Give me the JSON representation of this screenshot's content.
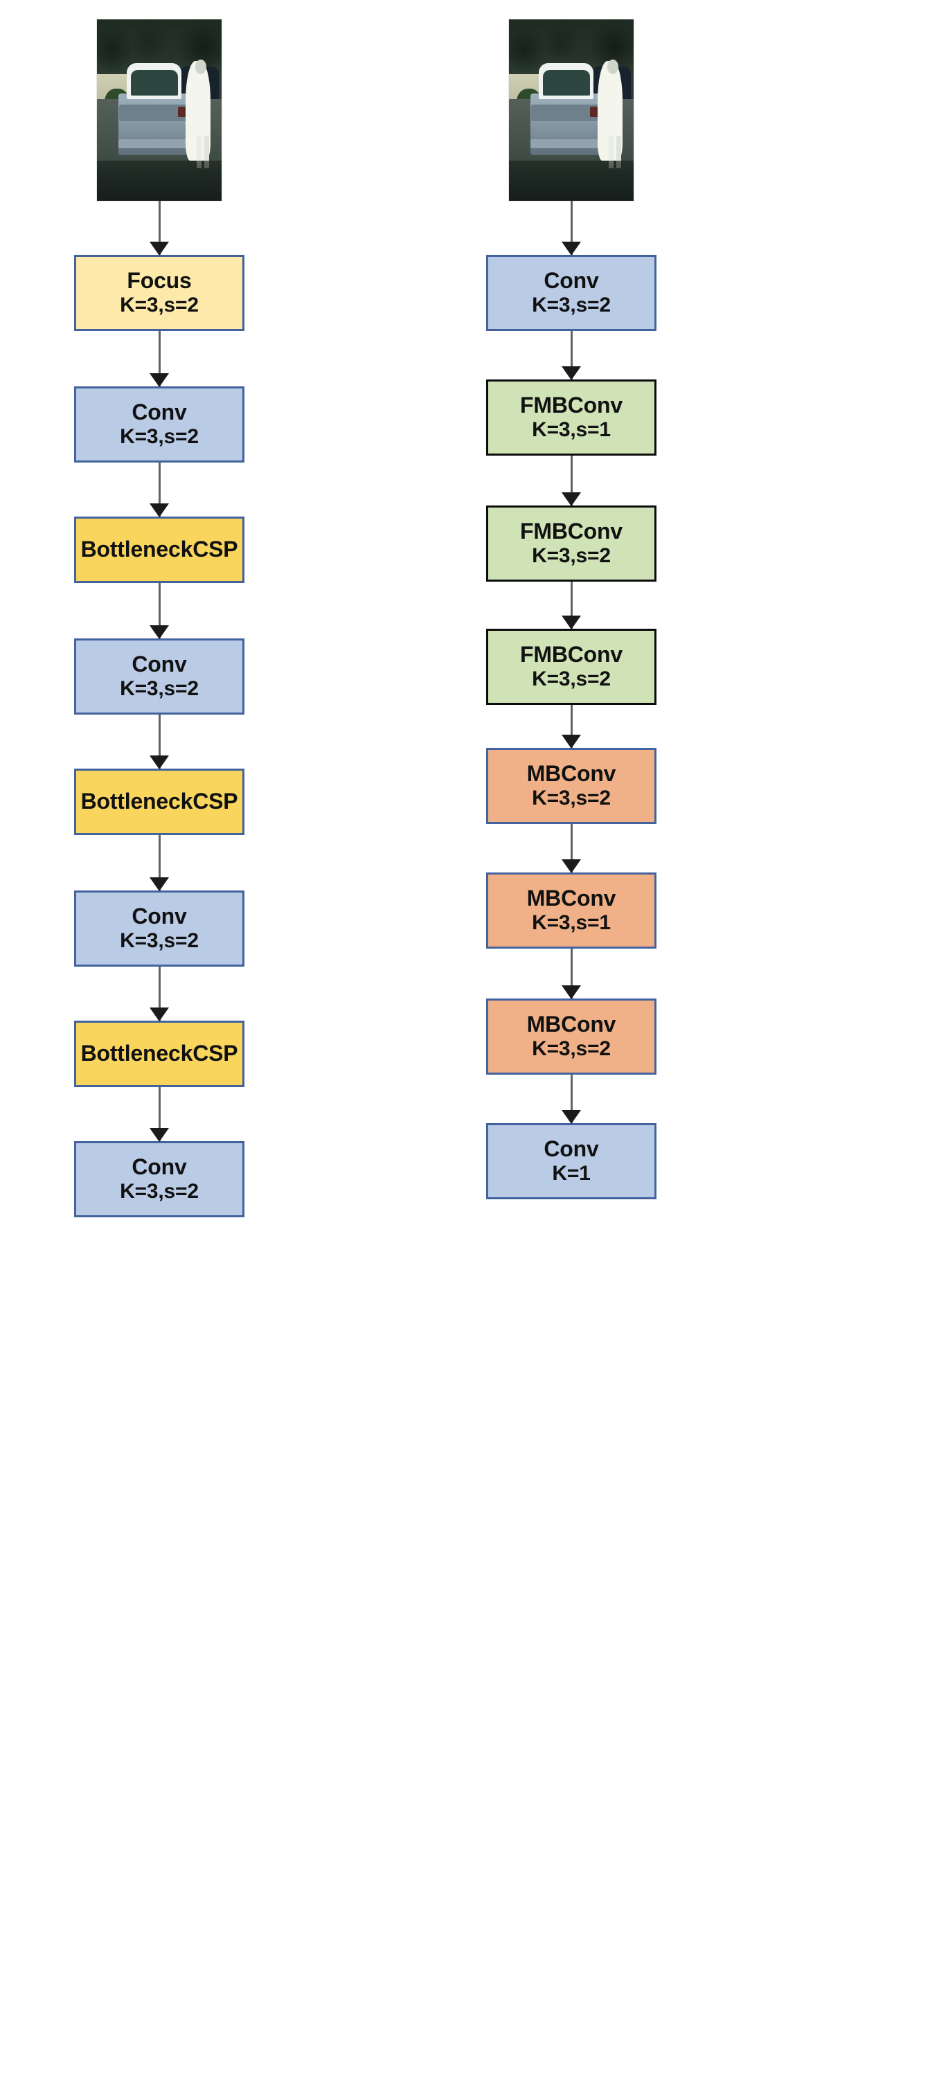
{
  "diagram": {
    "type": "neural-network-architecture-comparison",
    "thumbnail_alt": "vehicle-rear-view-photo",
    "colors": {
      "conv_fill": "#bacbe6",
      "conv_border": "#44639e",
      "focus_fill": "#fde9a9",
      "bottleneckcsp_fill": "#f9d55e",
      "fmbconv_fill": "#cfe3b7",
      "fmbconv_border": "#0c0c0c",
      "mbconv_fill": "#f0b189",
      "arrow": "#5f6368"
    }
  },
  "left_column": {
    "name": "yolov5-backbone",
    "nodes": [
      {
        "type": "focus",
        "title": "Focus",
        "params": "K=3,s=2"
      },
      {
        "type": "conv",
        "title": "Conv",
        "params": "K=3,s=2"
      },
      {
        "type": "csp",
        "title": "BottleneckCSP",
        "params": ""
      },
      {
        "type": "conv",
        "title": "Conv",
        "params": "K=3,s=2"
      },
      {
        "type": "csp",
        "title": "BottleneckCSP",
        "params": ""
      },
      {
        "type": "conv",
        "title": "Conv",
        "params": "K=3,s=2"
      },
      {
        "type": "csp",
        "title": "BottleneckCSP",
        "params": ""
      },
      {
        "type": "conv",
        "title": "Conv",
        "params": "K=3,s=2"
      }
    ]
  },
  "right_column": {
    "name": "efficientnet-backbone",
    "nodes": [
      {
        "type": "conv",
        "title": "Conv",
        "params": "K=3,s=2"
      },
      {
        "type": "fmbconv",
        "title": "FMBConv",
        "params": "K=3,s=1"
      },
      {
        "type": "fmbconv",
        "title": "FMBConv",
        "params": "K=3,s=2"
      },
      {
        "type": "fmbconv",
        "title": "FMBConv",
        "params": "K=3,s=2"
      },
      {
        "type": "mbconv",
        "title": "MBConv",
        "params": "K=3,s=2"
      },
      {
        "type": "mbconv",
        "title": "MBConv",
        "params": "K=3,s=1"
      },
      {
        "type": "mbconv",
        "title": "MBConv",
        "params": "K=3,s=2"
      },
      {
        "type": "conv",
        "title": "Conv",
        "params": "K=1"
      }
    ]
  }
}
